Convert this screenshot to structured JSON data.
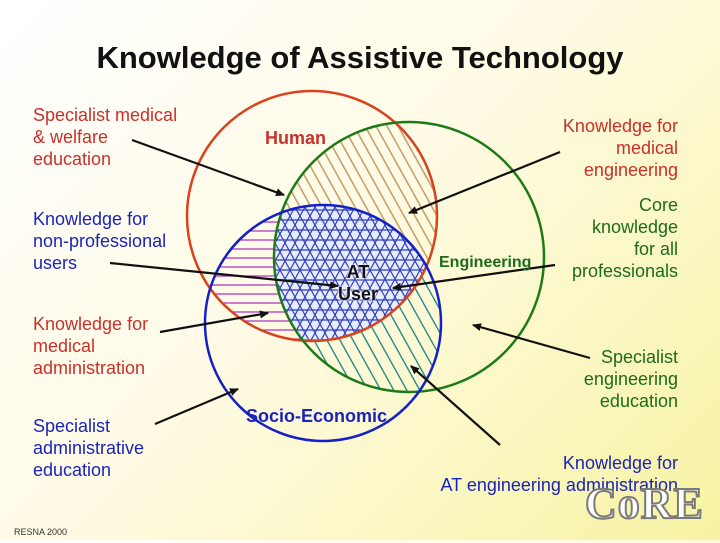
{
  "title": "Knowledge of Assistive Technology",
  "left_labels": {
    "specialist_medical": "Specialist medical\n& welfare\neducation",
    "non_professional": "Knowledge for\nnon-professional\nusers",
    "medical_admin": "Knowledge for\nmedical\nadministration",
    "specialist_admin": "Specialist\nadministrative\neducation"
  },
  "right_labels": {
    "medical_engineering": "Knowledge for\nmedical\nengineering",
    "core_knowledge": "Core\nknowledge\nfor all\nprofessionals",
    "specialist_engineering": "Specialist\nengineering\neducation",
    "at_engineering_admin": "Knowledge for\nAT engineering administration"
  },
  "circle_labels": {
    "human": "Human",
    "engineering": "Engineering",
    "socio_economic": "Socio-Economic",
    "at_user": "AT\nUser"
  },
  "footer": "RESNA 2000",
  "logo": "CoRE",
  "colors": {
    "human": "#d9421a",
    "engineering": "#1e7a16",
    "socio": "#1420c8",
    "arrow": "#111111"
  }
}
